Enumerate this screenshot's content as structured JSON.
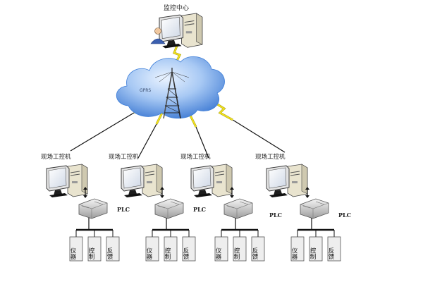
{
  "top": {
    "label": "监控中心"
  },
  "cloud": {
    "label": "GPRS"
  },
  "stations": [
    {
      "pc_label": "现场工控机",
      "plc_label": "PLC",
      "devices": [
        "仪器",
        "控制",
        "反馈"
      ]
    },
    {
      "pc_label": "现场工控机",
      "plc_label": "PLC",
      "devices": [
        "仪器",
        "控制",
        "反馈"
      ]
    },
    {
      "pc_label": "现场工控机",
      "plc_label": "PLC",
      "devices": [
        "仪器",
        "控制",
        "反馈"
      ]
    },
    {
      "pc_label": "现场工控机",
      "plc_label": "PLC",
      "devices": [
        "仪器",
        "控制",
        "反馈"
      ]
    }
  ],
  "colors": {
    "cloud_light": "#cfe3fb",
    "cloud_dark": "#3f7fd9",
    "lightning": "#f2e21b",
    "lightning_edge": "#9a9010",
    "pc_beige": "#e9e4cf",
    "device_fill": "#eeeeee",
    "bus": "#111111"
  },
  "icons": [
    "user-icon",
    "computer-icon",
    "antenna-tower-icon",
    "plc-box-icon",
    "bidirectional-arrow-icon",
    "lightning-icon"
  ]
}
